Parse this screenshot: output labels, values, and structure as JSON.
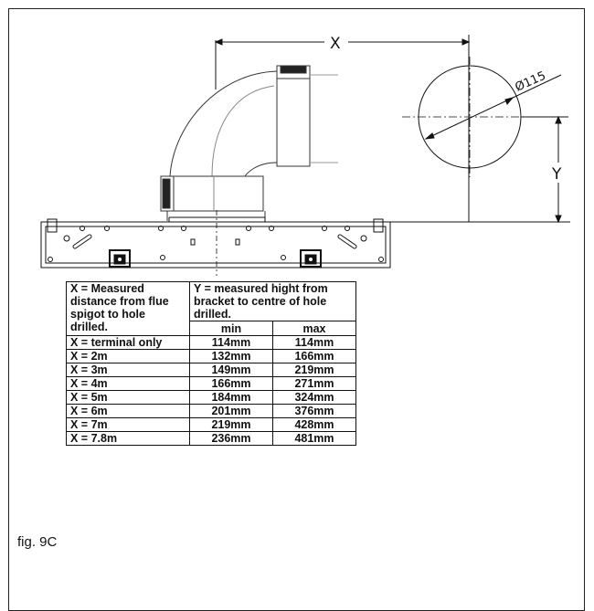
{
  "diagram": {
    "label_x": "X",
    "label_y": "Y",
    "label_diameter": "Ø115"
  },
  "table": {
    "header_x": "X = Measured distance from flue spigot to hole drilled.",
    "header_y": "Y = measured hight from bracket to centre of hole drilled.",
    "col_min": "min",
    "col_max": "max",
    "rows": [
      {
        "x": "X = terminal only",
        "min": "114mm",
        "max": "114mm"
      },
      {
        "x": "X = 2m",
        "min": "132mm",
        "max": "166mm"
      },
      {
        "x": "X = 3m",
        "min": "149mm",
        "max": "219mm"
      },
      {
        "x": "X = 4m",
        "min": "166mm",
        "max": "271mm"
      },
      {
        "x": "X = 5m",
        "min": "184mm",
        "max": "324mm"
      },
      {
        "x": "X = 6m",
        "min": "201mm",
        "max": "376mm"
      },
      {
        "x": "X = 7m",
        "min": "219mm",
        "max": "428mm"
      },
      {
        "x": "X = 7.8m",
        "min": "236mm",
        "max": "481mm"
      }
    ]
  },
  "caption": "fig. 9C"
}
